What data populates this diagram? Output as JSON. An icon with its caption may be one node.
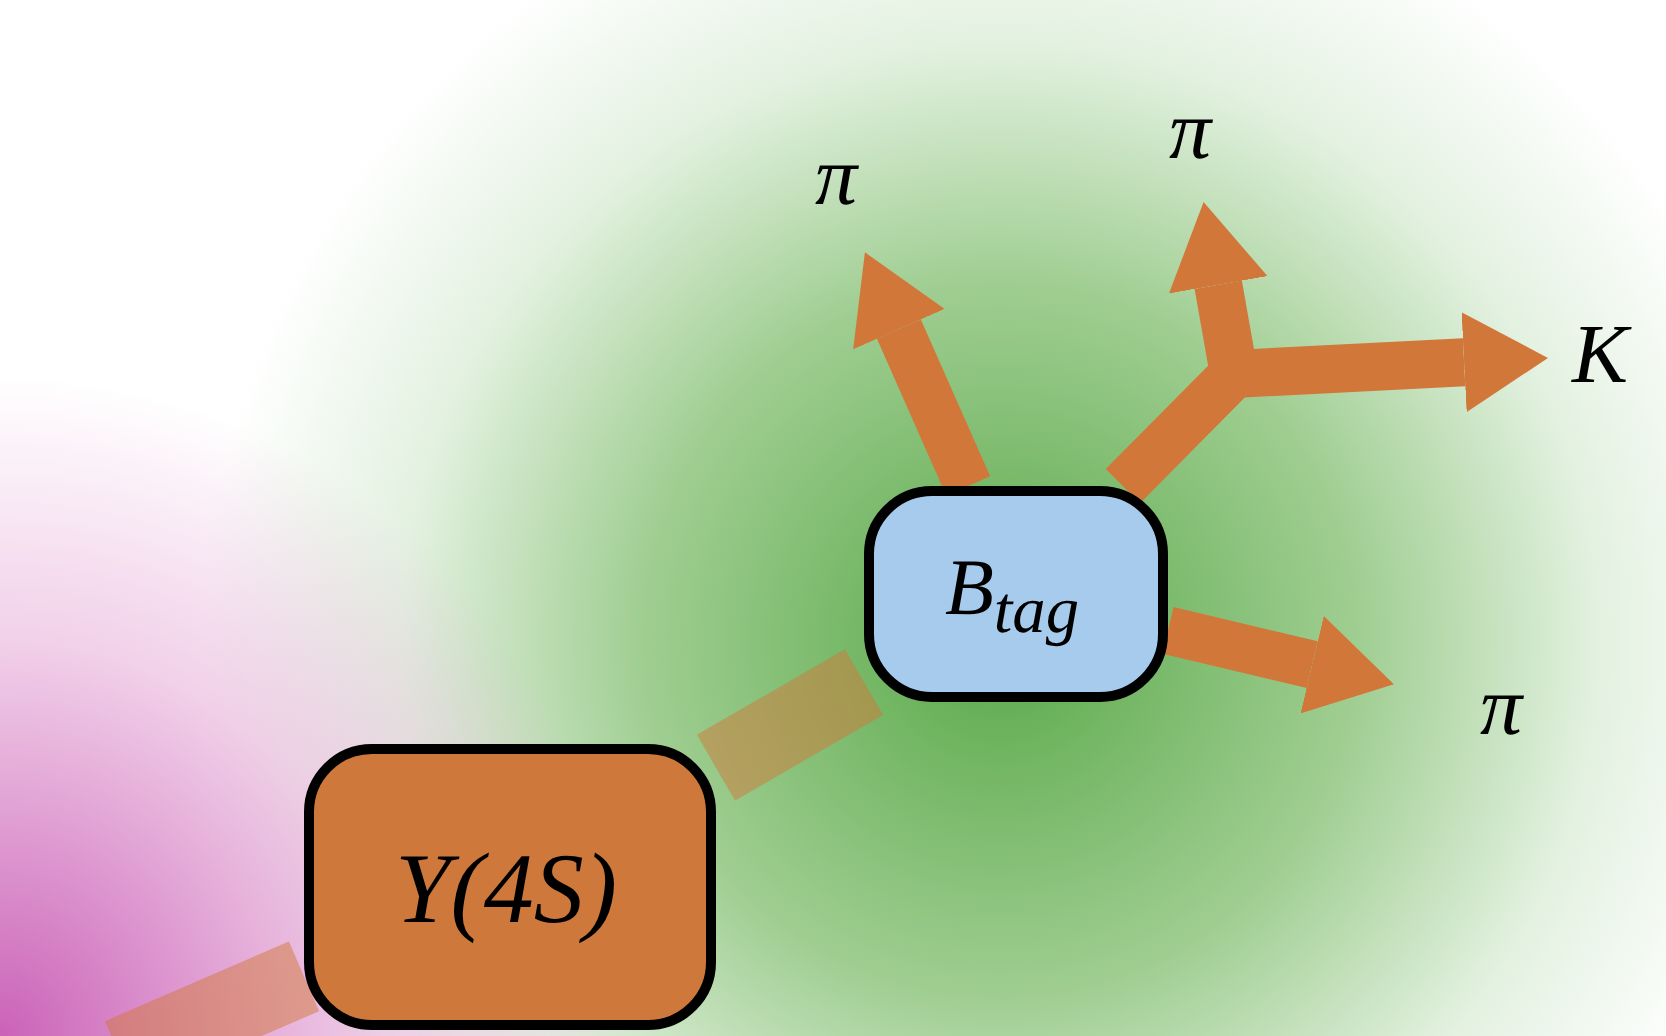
{
  "diagram": {
    "nodes": [
      {
        "text": [
          "Υ(4S)"
        ]
      },
      {
        "text": [
          "B$_{tag}$"
        ]
      },
      {
        "text": [
          "π"
        ]
      },
      {
        "text": [
          "π"
        ]
      },
      {
        "text": [
          "K"
        ]
      },
      {
        "text": [
          "π"
        ]
      }
    ],
    "edges": [
      {
        "from": null,
        "to": 0,
        "arrow": "none"
      },
      {
        "from": 0,
        "to": 1,
        "arrow": "none"
      },
      {
        "from": 1,
        "to": 2,
        "arrow": "to"
      },
      {
        "from": 1,
        "to": 3,
        "arrow": "to"
      },
      {
        "from": 1,
        "to": 4,
        "arrow": "to"
      },
      {
        "from": 1,
        "to": 5,
        "arrow": "to"
      }
    ]
  }
}
